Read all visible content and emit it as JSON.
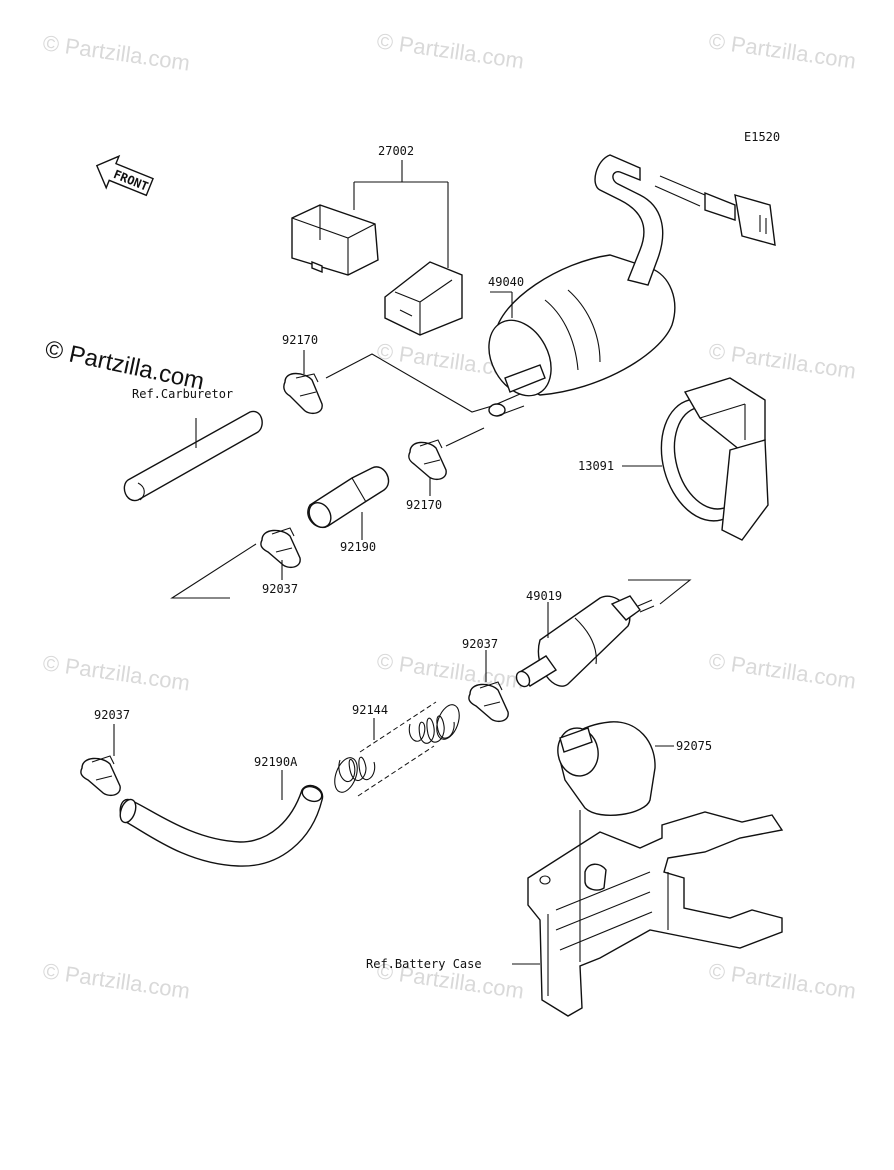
{
  "diagram": {
    "code": "E1520",
    "watermark": "© Partzilla.com",
    "front_label": "FRONT",
    "labels": {
      "p27002": "27002",
      "p49040": "49040",
      "p92170a": "92170",
      "p92170b": "92170",
      "p13091": "13091",
      "p92190": "92190",
      "p92037a": "92037",
      "p92037b": "92037",
      "p92037c": "92037",
      "p49019": "49019",
      "p92144": "92144",
      "p92190A": "92190A",
      "p92075": "92075",
      "ref_carb": "Ref.Carburetor",
      "ref_battery": "Ref.Battery Case"
    }
  }
}
